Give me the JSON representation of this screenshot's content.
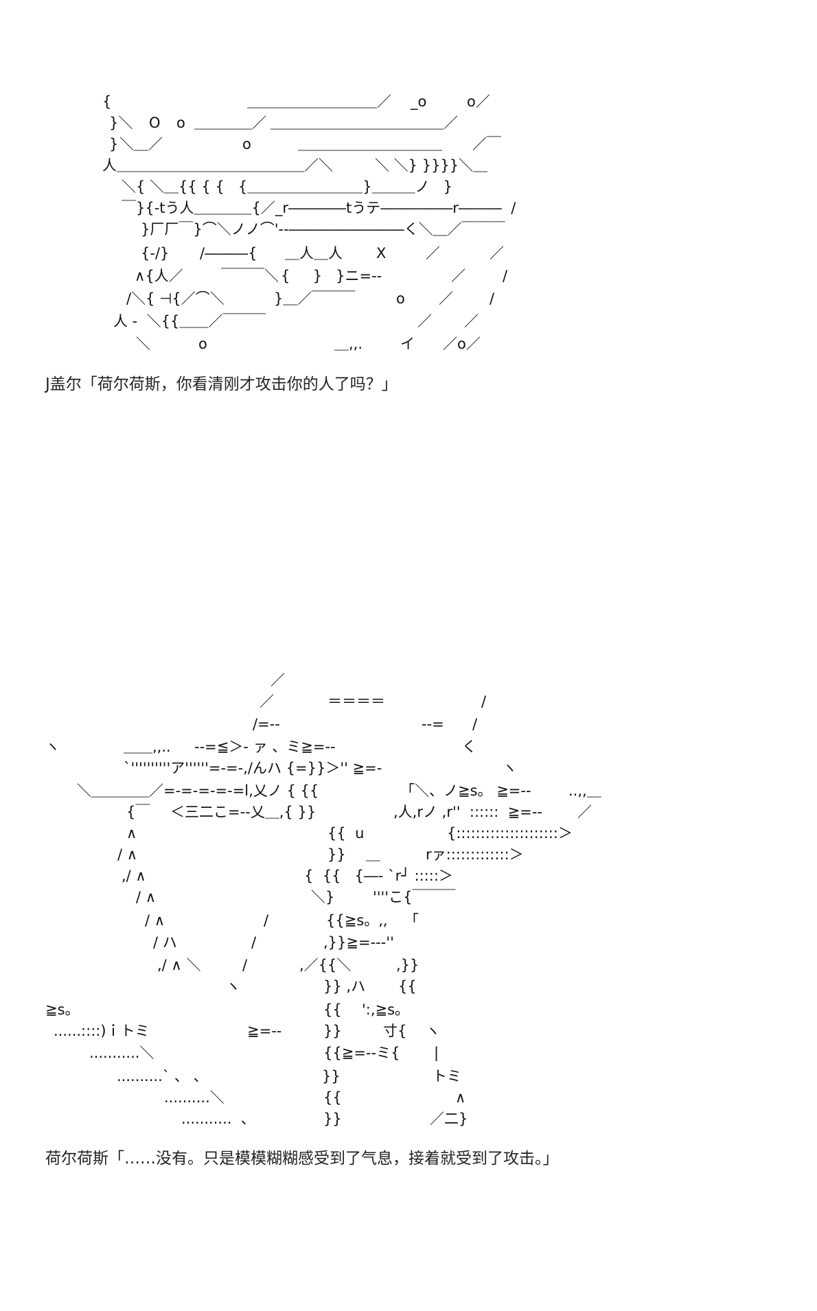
{
  "aa1": {
    "lines": [
      [
        "{",
        "＿＿＿＿＿＿＿＿＿／",
        "_o",
        "o／"
      ],
      [
        "}＼",
        "O",
        "o",
        "＿＿＿＿／",
        "＿＿＿＿＿＿＿＿＿＿＿＿／"
      ],
      [
        "}",
        "＼＿／",
        "o",
        "＿＿＿＿＿＿＿＿＿＿",
        "／￣"
      ],
      [
        "人＿＿＿＿＿＿＿＿＿＿＿＿＿／＼",
        "＼ ＼} }}}}＼＿"
      ],
      [
        "＼{ ＼＿{{ { {   {＿＿＿＿＿＿＿＿}＿＿＿ノ   }"
      ],
      [
        "￣}{-tう人＿＿＿＿{／_r――――tうテ―――――r―――  /"
      ],
      [
        "}厂厂￣}⌒＼ノノ⌒'‐-――――――――く＼＿／￣￣￣"
      ],
      [
        "{-/}",
        "/―――{",
        "＿人＿人",
        "X",
        "／",
        "／"
      ],
      [
        "∧{人／",
        "￣￣￣＼",
        "{     }   }ニ=--",
        "／",
        "/"
      ],
      [
        "/＼{ ⊣{／⌒＼",
        "}＿／￣￣￣",
        "o",
        "／",
        "/"
      ],
      [
        "人 -  ＼{{＿＿／￣￣￣",
        "／",
        "／"
      ],
      [
        "＼",
        "o",
        "＿,,.",
        "イ",
        "／o／"
      ]
    ]
  },
  "dialogue1": "J盖尔「荷尔荷斯，你看清刚才攻击你的人了吗？」",
  "aa2": {
    "lines": [
      [
        "／"
      ],
      [
        "／",
        "＝＝＝＝",
        "/"
      ],
      [
        "/=--",
        "--=",
        "/"
      ],
      [
        "ヽ",
        "＿＿,,..",
        "--=≦＞- ァ 、ミ≧=--",
        "く"
      ],
      [
        "`''''''''''ア''''''=-=-,/んハ {=}}＞'' ≧=-",
        "ヽ"
      ],
      [
        "＼＿＿＿＿／=-=-=-=-=l,乂ノ { {{",
        "「＼、ノ≧s。 ≧=--",
        "..,,＿"
      ],
      [
        "{￣",
        "＜三二こ=--乂＿,{ }}",
        ",人,rノ ,r''  ::::::  ≧=--",
        "／"
      ],
      [
        "∧",
        "{{  u",
        "{:::::::::::::::::::::＞"
      ],
      [
        "/ ∧",
        "}}",
        "＿",
        "rァ:::::::::::::＞"
      ],
      [
        ",/ ∧",
        "{  {{   {―‐ `r┘ :::::＞"
      ],
      [
        "/ ∧",
        "＼}",
        "''''こ{￣￣￣"
      ],
      [
        "/ ∧",
        "/",
        "{{≧s。,,",
        "「"
      ],
      [
        "/ ハ",
        "/",
        ",}}≧=---''"
      ],
      [
        ",/ ∧ ＼",
        "/",
        ",／{{＼",
        ",}}"
      ],
      [
        "ヽ",
        "}} ,ハ",
        "{{"
      ],
      [
        "≧s。",
        "{{",
        "':,≧s。"
      ],
      [
        "......::::)ｉトミ",
        "≧=--",
        "}}",
        "寸{",
        "ヽ"
      ],
      [
        "...........＼",
        "{{≧=--ミ{",
        "|"
      ],
      [
        "..........` 、 、",
        "}}",
        "トミ"
      ],
      [
        "..........＼",
        "{{",
        "∧"
      ],
      [
        "...........  、",
        "}}",
        "／二}"
      ]
    ]
  },
  "dialogue2": "荷尔荷斯「……没有。只是模模糊糊感受到了气息，接着就受到了攻击。」"
}
